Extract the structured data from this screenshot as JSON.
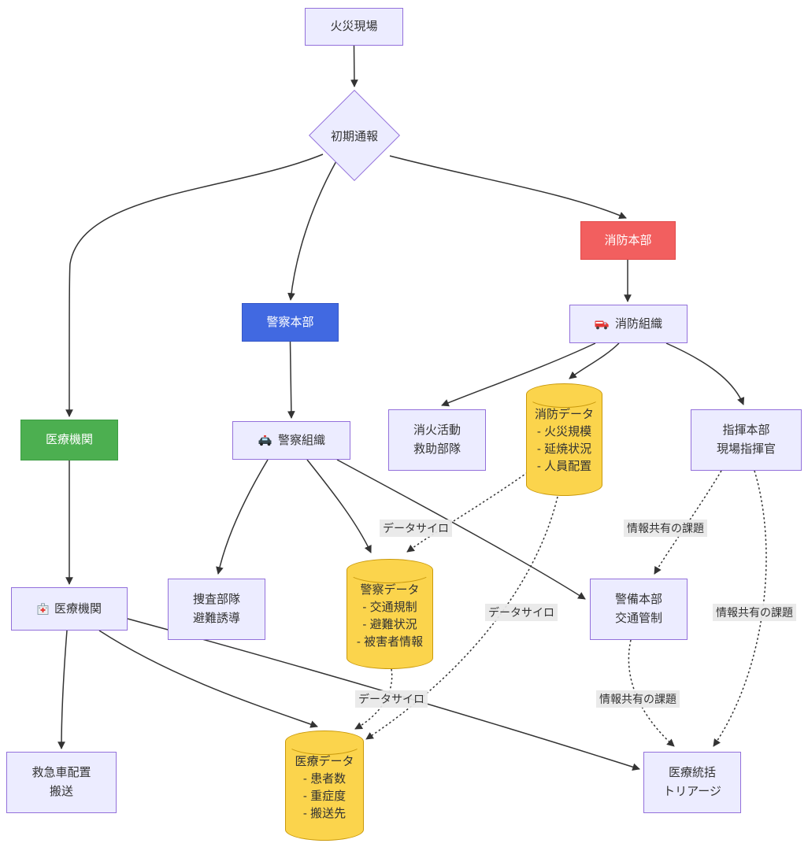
{
  "diagram": {
    "nodes": {
      "fire_scene": {
        "label": "火災現場"
      },
      "initial_report": {
        "label": "初期通報"
      },
      "fire_hq": {
        "label": "消防本部"
      },
      "police_hq": {
        "label": "警察本部"
      },
      "medical_hq": {
        "label": "医療機関"
      },
      "fire_org": {
        "label": "消防組織",
        "icon": "fire-truck-icon"
      },
      "police_org": {
        "label": "警察組織",
        "icon": "police-car-icon"
      },
      "medical_org": {
        "label": "医療機関",
        "icon": "hospital-icon"
      },
      "fire_units": {
        "line1": "消火活動",
        "line2": "救助部隊"
      },
      "command_hq": {
        "line1": "指揮本部",
        "line2": "現場指揮官"
      },
      "invest_unit": {
        "line1": "捜査部隊",
        "line2": "避難誘導"
      },
      "security_hq": {
        "line1": "警備本部",
        "line2": "交通管制"
      },
      "ambulance": {
        "line1": "救急車配置",
        "line2": "搬送"
      },
      "medical_coord": {
        "line1": "医療統括",
        "line2": "トリアージ"
      },
      "fire_data": {
        "title": "消防データ",
        "items": [
          "- 火災規模",
          "- 延焼状況",
          "- 人員配置"
        ]
      },
      "police_data": {
        "title": "警察データ",
        "items": [
          "- 交通規制",
          "- 避難状況",
          "- 被害者情報"
        ]
      },
      "medical_data": {
        "title": "医療データ",
        "items": [
          "- 患者数",
          "- 重症度",
          "- 搬送先"
        ]
      }
    },
    "edge_labels": {
      "silo1": "データサイロ",
      "silo2": "データサイロ",
      "silo3": "データサイロ",
      "share1": "情報共有の課題",
      "share2": "情報共有の課題",
      "share3": "情報共有の課題"
    },
    "edges": [
      {
        "from": "火災現場",
        "to": "初期通報",
        "style": "solid"
      },
      {
        "from": "初期通報",
        "to": "消防本部",
        "style": "solid"
      },
      {
        "from": "初期通報",
        "to": "警察本部",
        "style": "solid"
      },
      {
        "from": "初期通報",
        "to": "医療機関",
        "style": "solid"
      },
      {
        "from": "消防本部",
        "to": "消防組織",
        "style": "solid"
      },
      {
        "from": "警察本部",
        "to": "警察組織",
        "style": "solid"
      },
      {
        "from": "医療機関",
        "to": "医療機関",
        "style": "solid"
      },
      {
        "from": "消防組織",
        "to": "消火活動 救助部隊",
        "style": "solid"
      },
      {
        "from": "消防組織",
        "to": "消防データ",
        "style": "solid"
      },
      {
        "from": "消防組織",
        "to": "指揮本部 現場指揮官",
        "style": "solid"
      },
      {
        "from": "警察組織",
        "to": "捜査部隊 避難誘導",
        "style": "solid"
      },
      {
        "from": "警察組織",
        "to": "警察データ",
        "style": "solid"
      },
      {
        "from": "警察組織",
        "to": "警備本部 交通管制",
        "style": "solid"
      },
      {
        "from": "医療機関",
        "to": "救急車配置 搬送",
        "style": "solid"
      },
      {
        "from": "医療機関",
        "to": "医療データ",
        "style": "solid"
      },
      {
        "from": "医療機関",
        "to": "医療統括 トリアージ",
        "style": "solid"
      },
      {
        "from": "消防データ",
        "to": "警察データ",
        "style": "dotted",
        "label": "データサイロ"
      },
      {
        "from": "消防データ",
        "to": "医療データ",
        "style": "dotted",
        "label": "データサイロ"
      },
      {
        "from": "警察データ",
        "to": "医療データ",
        "style": "dotted",
        "label": "データサイロ"
      },
      {
        "from": "指揮本部 現場指揮官",
        "to": "警備本部 交通管制",
        "style": "dotted",
        "label": "情報共有の課題"
      },
      {
        "from": "指揮本部 現場指揮官",
        "to": "医療統括 トリアージ",
        "style": "dotted",
        "label": "情報共有の課題"
      },
      {
        "from": "警備本部 交通管制",
        "to": "医療統括 トリアージ",
        "style": "dotted",
        "label": "情報共有の課題"
      }
    ],
    "colors": {
      "node_fill": "#ECECFF",
      "node_border": "#9370DB",
      "fire_hq_fill": "#f25f5f",
      "police_hq_fill": "#4169e1",
      "medical_hq_fill": "#4caf50",
      "data_fill": "#fbd44c",
      "data_border": "#c9990b",
      "edge_stroke": "#333333",
      "edge_label_bg": "#e8e8e8"
    }
  }
}
